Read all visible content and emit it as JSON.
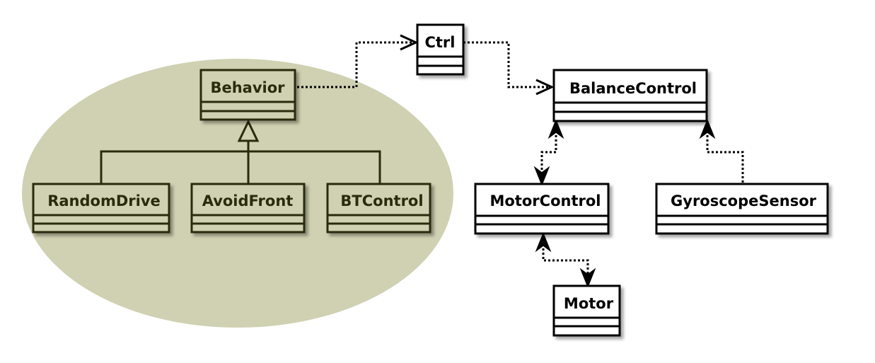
{
  "colors": {
    "group_fill": "#cfd1b2",
    "group_ink": "#2b2a0e",
    "class_ink": "#000000",
    "class_fill": "#ffffff",
    "group_class_fill": "#cfd1b2"
  },
  "classes": {
    "behavior": "Behavior",
    "random_drive": "RandomDrive",
    "avoid_front": "AvoidFront",
    "bt_control": "BTControl",
    "ctrl": "Ctrl",
    "balance_control": "BalanceControl",
    "motor_control": "MotorControl",
    "gyroscope_sensor": "GyroscopeSensor",
    "motor": "Motor"
  }
}
